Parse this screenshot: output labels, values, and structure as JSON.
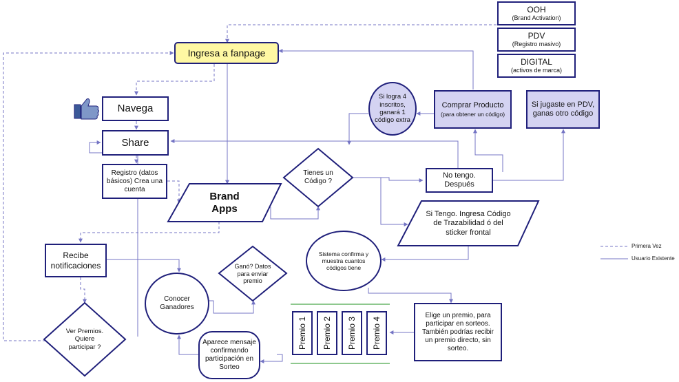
{
  "nodes": {
    "ingresa": "Ingresa a fanpage",
    "navega": "Navega",
    "share": "Share",
    "registro": "Registro (datos básicos) Crea una cuenta",
    "brand_apps": "Brand Apps",
    "tienes_codigo": "Tienes un Código ?",
    "si_logra": "Si logra 4 inscritos, ganará 1 código extra",
    "comprar": "Comprar Producto",
    "comprar_sub": "(para obtener un código)",
    "si_jugaste": "Si jugaste en PDV, ganas otro código",
    "no_tengo": "No tengo. Después",
    "si_tengo": "Si Tengo. Ingresa Código de Trazabilidad ó del sticker frontal",
    "sistema": "Sistema confirma y muestra cuantos códigos tiene",
    "recibe": "Recibe notificaciones",
    "gano": "Ganó? Datos para enviar premio",
    "conocer": "Conocer Ganadores",
    "ver_premios": "Ver Premios. Quiere participar ?",
    "aparece": "Aparece mensaje confirmando participación en Sorteo",
    "elige": "Elige un premio, para participar en sorteos. También podrías recibir un premio directo, sin sorteo."
  },
  "channels": [
    {
      "title": "OOH",
      "sub": "(Brand Activation)"
    },
    {
      "title": "PDV",
      "sub": "(Registro masivo)"
    },
    {
      "title": "DIGITAL",
      "sub": "(activos de marca)"
    }
  ],
  "premios": [
    "Premio 1",
    "Premio 2",
    "Premio 3",
    "Premio 4"
  ],
  "legend": {
    "primera_vez": "Primera Vez",
    "usuario_existente": "Usuario Existente"
  },
  "colors": {
    "stroke": "#1f1f7a",
    "line": "#7474c4",
    "lavender": "#d4d3f2",
    "yellow": "#fff8a3"
  }
}
